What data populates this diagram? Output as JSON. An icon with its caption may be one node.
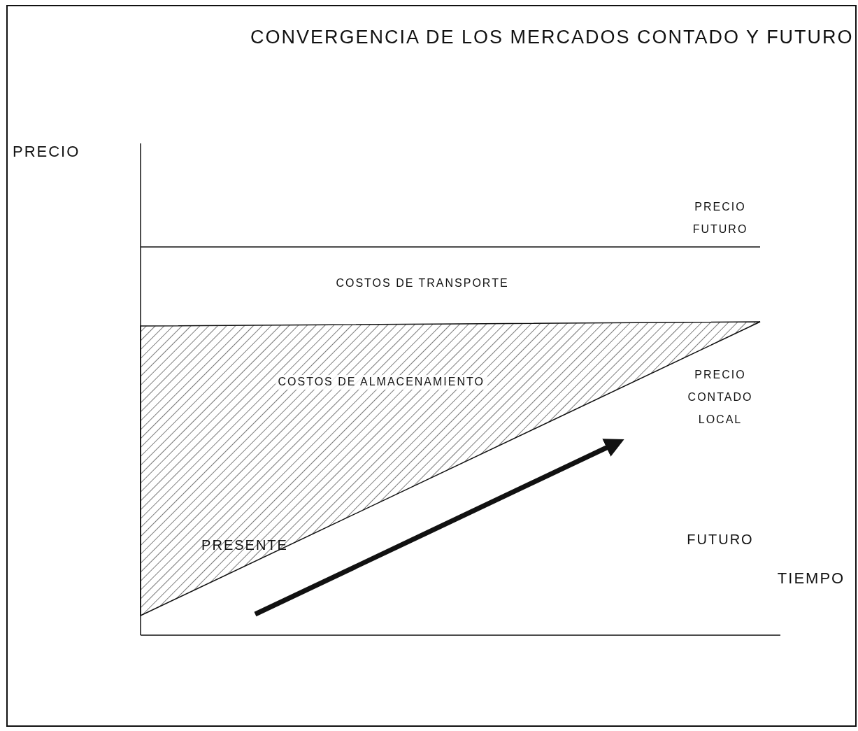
{
  "diagram": {
    "title": "CONVERGENCIA DE LOS MERCADOS CONTADO Y FUTURO",
    "labels": [
      "PRECIO",
      "PRECIO FUTURO",
      "COSTOS DE TRANSPORTE",
      "COSTOS DE ALMACENAMIENTO",
      "PRECIO CONTADO LOCAL",
      "PRESENTE",
      "FUTURO",
      "TIEMPO"
    ]
  }
}
